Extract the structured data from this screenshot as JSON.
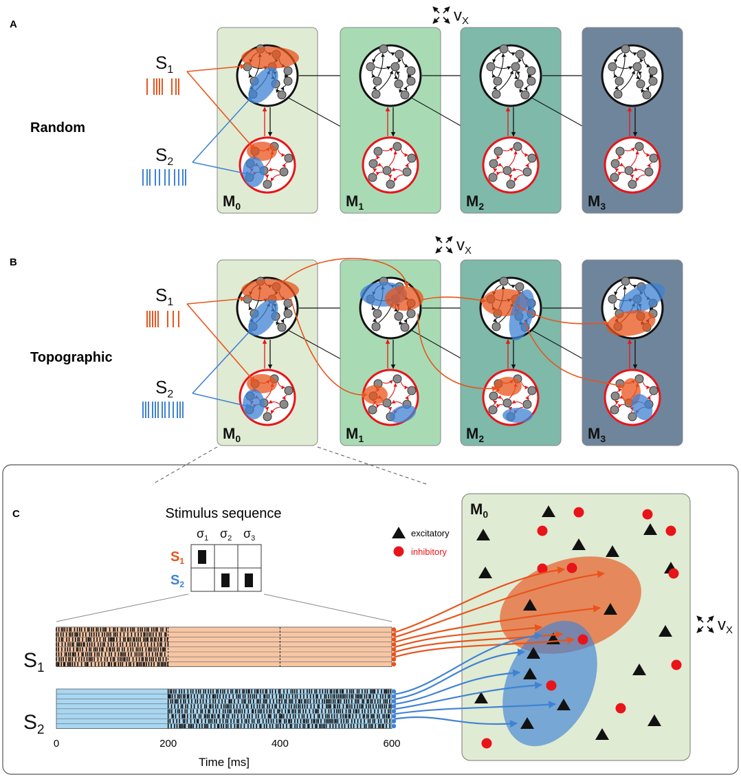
{
  "panels": {
    "a": {
      "letter": "A",
      "label": "Random"
    },
    "b": {
      "letter": "B",
      "label": "Topographic"
    },
    "c": {
      "letter": "C"
    }
  },
  "velocity": {
    "symbol": "v",
    "subscript": "X"
  },
  "stimuli": [
    {
      "letter": "S",
      "subscript": "1",
      "color": "#e8541c"
    },
    {
      "letter": "S",
      "subscript": "2",
      "color": "#3f82d4"
    }
  ],
  "modules": [
    {
      "letter": "M",
      "subscript": "0",
      "color": "#e0ebd3"
    },
    {
      "letter": "M",
      "subscript": "1",
      "color": "#a8dbb4"
    },
    {
      "letter": "M",
      "subscript": "2",
      "color": "#7eb9a9"
    },
    {
      "letter": "M",
      "subscript": "3",
      "color": "#6f859b"
    }
  ],
  "sequence": {
    "title": "Stimulus sequence",
    "columns": [
      {
        "letter": "σ",
        "subscript": "1"
      },
      {
        "letter": "σ",
        "subscript": "2"
      },
      {
        "letter": "σ",
        "subscript": "3"
      }
    ],
    "rows": [
      {
        "letter": "S",
        "subscript": "1",
        "active": [
          true,
          false,
          false
        ]
      },
      {
        "letter": "S",
        "subscript": "2",
        "active": [
          false,
          true,
          true
        ]
      }
    ]
  },
  "raster": {
    "xlabel": "Time [ms]",
    "ticks": [
      "0",
      "200",
      "400",
      "600"
    ],
    "s1_fill": "#f7c6a4",
    "s2_fill": "#a9d7f2"
  },
  "legend": {
    "excitatory": "excitatory",
    "inhibitory": "inhibitory",
    "inhibitory_color": "#e8141a"
  },
  "colors": {
    "s1": "#e8541c",
    "s2": "#3f82d4",
    "inhibitory": "#e8141a",
    "node": "#8a8a8a"
  }
}
